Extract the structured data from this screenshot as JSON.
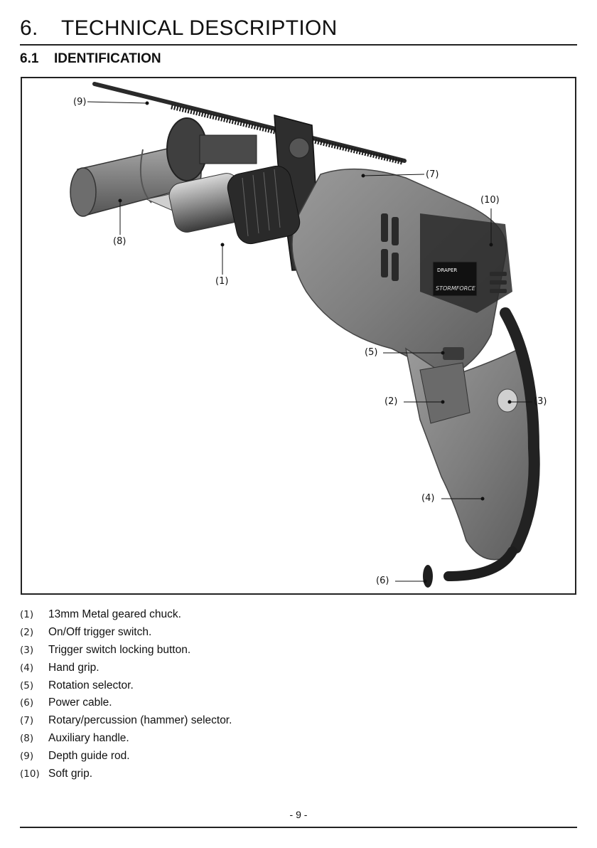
{
  "section": {
    "number": "6.",
    "title": "TECHNICAL DESCRIPTION"
  },
  "subsection": {
    "number": "6.1",
    "title": "IDENTIFICATION"
  },
  "figure": {
    "brand_logo_text": "DRAPER",
    "product_logo_text": "STORMFORCE",
    "callouts": [
      "(1)",
      "(2)",
      "(3)",
      "(4)",
      "(5)",
      "(6)",
      "(7)",
      "(8)",
      "(9)",
      "(10)"
    ]
  },
  "parts": [
    {
      "code": "(1)",
      "description": "13mm Metal geared chuck."
    },
    {
      "code": "(2)",
      "description": "On/Off trigger switch."
    },
    {
      "code": "(3)",
      "description": "Trigger switch locking button."
    },
    {
      "code": "(4)",
      "description": "Hand grip."
    },
    {
      "code": "(5)",
      "description": "Rotation selector."
    },
    {
      "code": "(6)",
      "description": "Power cable."
    },
    {
      "code": "(7)",
      "description": "Rotary/percussion (hammer) selector."
    },
    {
      "code": "(8)",
      "description": "Auxiliary handle."
    },
    {
      "code": "(9)",
      "description": "Depth guide rod."
    },
    {
      "code": "(10)",
      "description": "Soft grip."
    }
  ],
  "footer": {
    "page_number": "- 9 -"
  }
}
